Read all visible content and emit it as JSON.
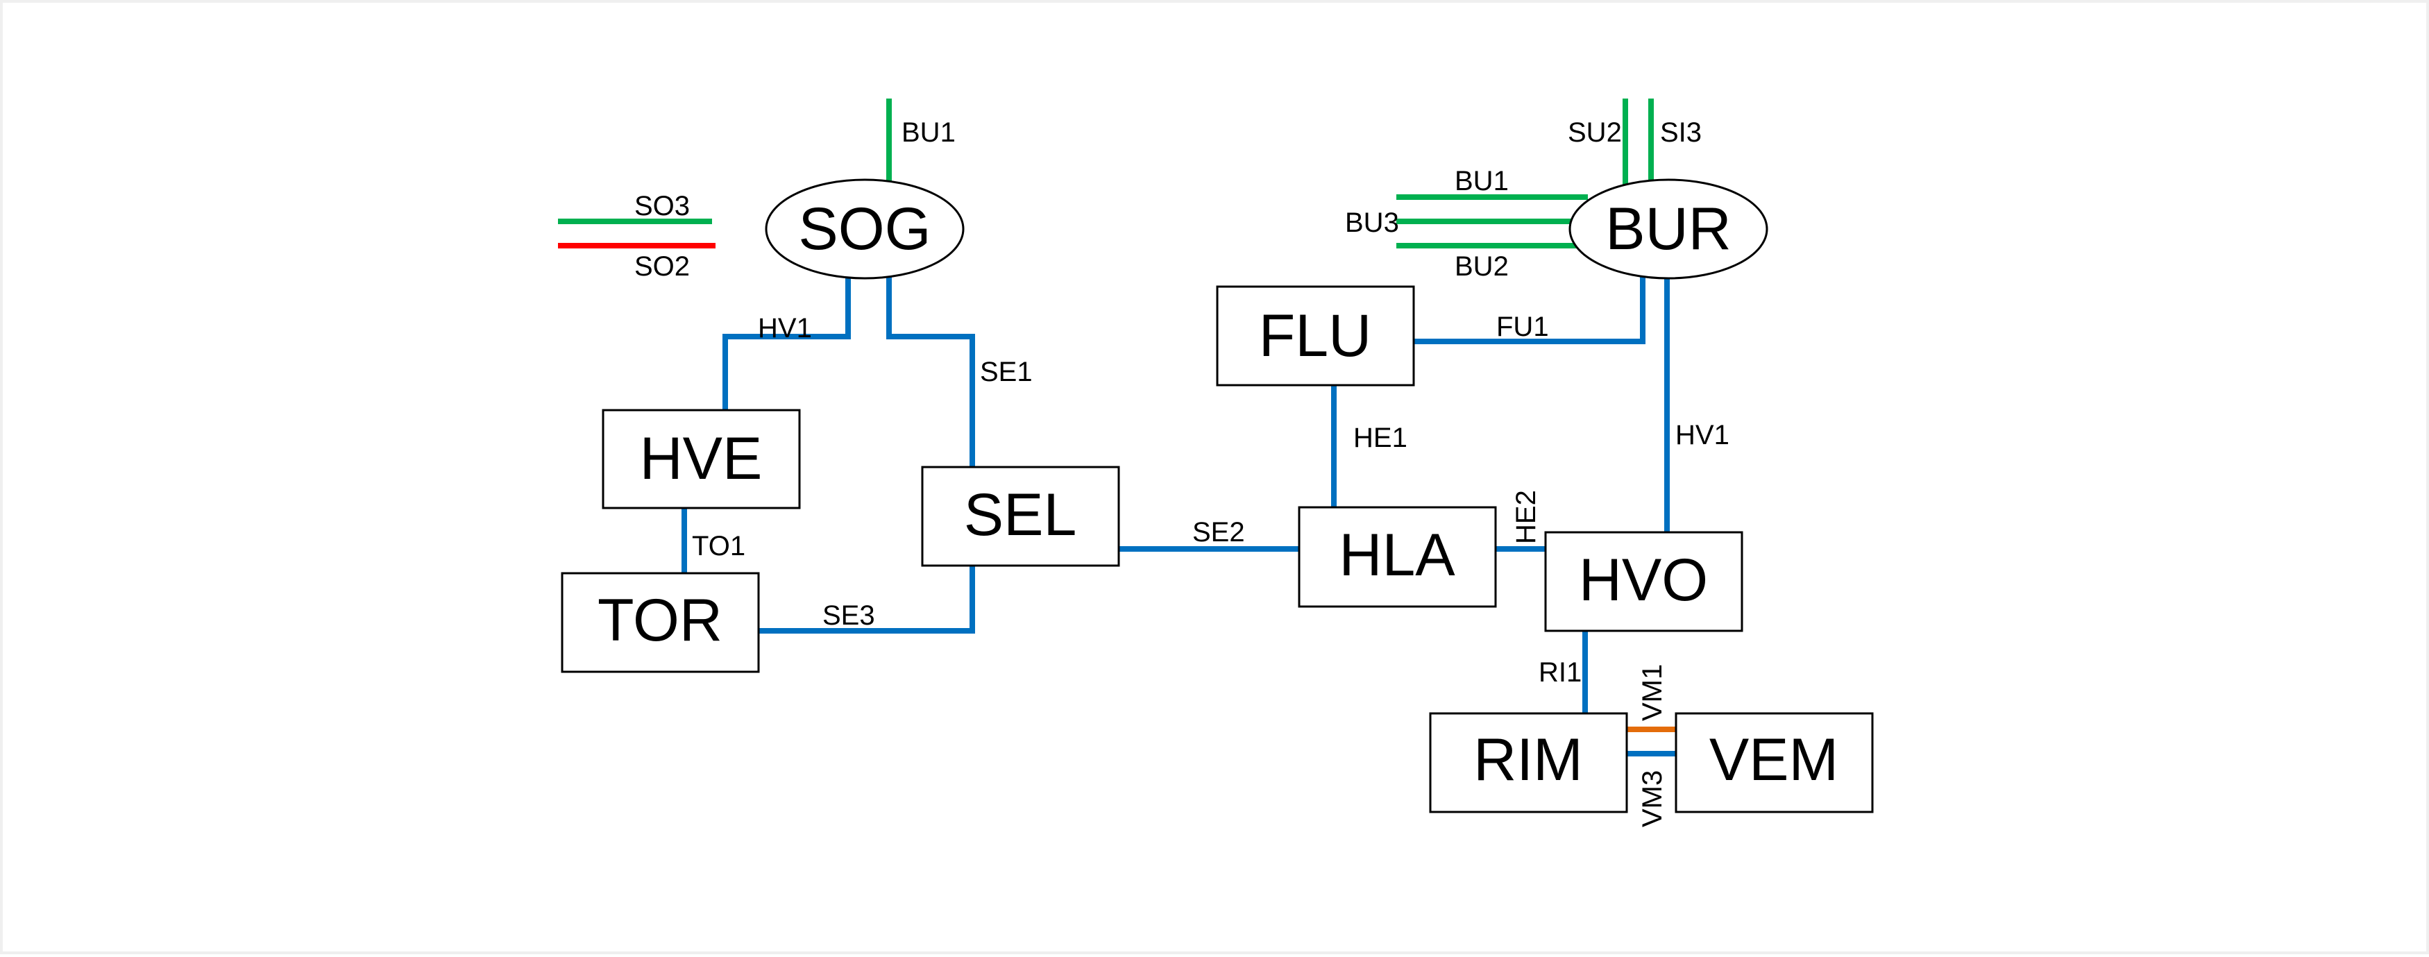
{
  "diagram": {
    "colors": {
      "blue": "#0070C0",
      "green": "#00B050",
      "red": "#FF0000",
      "orange": "#E46C0A",
      "node_border": "#000000"
    },
    "nodes": [
      {
        "id": "SOG",
        "label": "SOG",
        "shape": "ellipse"
      },
      {
        "id": "BUR",
        "label": "BUR",
        "shape": "ellipse"
      },
      {
        "id": "FLU",
        "label": "FLU",
        "shape": "rect"
      },
      {
        "id": "HVE",
        "label": "HVE",
        "shape": "rect"
      },
      {
        "id": "SEL",
        "label": "SEL",
        "shape": "rect"
      },
      {
        "id": "TOR",
        "label": "TOR",
        "shape": "rect"
      },
      {
        "id": "HLA",
        "label": "HLA",
        "shape": "rect"
      },
      {
        "id": "HVO",
        "label": "HVO",
        "shape": "rect"
      },
      {
        "id": "RIM",
        "label": "RIM",
        "shape": "rect"
      },
      {
        "id": "VEM",
        "label": "VEM",
        "shape": "rect"
      }
    ],
    "edges": [
      {
        "id": "sog-bu1",
        "label": "BU1",
        "from": "SOG",
        "to": null,
        "color": "green"
      },
      {
        "id": "sog-so3",
        "label": "SO3",
        "from": "SOG",
        "to": null,
        "color": "green"
      },
      {
        "id": "sog-so2",
        "label": "SO2",
        "from": "SOG",
        "to": null,
        "color": "red"
      },
      {
        "id": "sog-hve-hv1",
        "label": "HV1",
        "from": "SOG",
        "to": "HVE",
        "color": "blue"
      },
      {
        "id": "sog-sel-se1",
        "label": "SE1",
        "from": "SOG",
        "to": "SEL",
        "color": "blue"
      },
      {
        "id": "hve-tor-to1",
        "label": "TO1",
        "from": "HVE",
        "to": "TOR",
        "color": "blue"
      },
      {
        "id": "tor-sel-se3",
        "label": "SE3",
        "from": "TOR",
        "to": "SEL",
        "color": "blue"
      },
      {
        "id": "sel-hla-se2",
        "label": "SE2",
        "from": "SEL",
        "to": "HLA",
        "color": "blue"
      },
      {
        "id": "bur-su2",
        "label": "SU2",
        "from": "BUR",
        "to": null,
        "color": "green"
      },
      {
        "id": "bur-si3",
        "label": "SI3",
        "from": "BUR",
        "to": null,
        "color": "green"
      },
      {
        "id": "bur-bu1",
        "label": "BU1",
        "from": "BUR",
        "to": null,
        "color": "green"
      },
      {
        "id": "bur-bu3",
        "label": "BU3",
        "from": "BUR",
        "to": null,
        "color": "green"
      },
      {
        "id": "bur-bu2",
        "label": "BU2",
        "from": "BUR",
        "to": null,
        "color": "green"
      },
      {
        "id": "bur-flu-fu1",
        "label": "FU1",
        "from": "BUR",
        "to": "FLU",
        "color": "blue"
      },
      {
        "id": "bur-hvo-hv1",
        "label": "HV1",
        "from": "BUR",
        "to": "HVO",
        "color": "blue"
      },
      {
        "id": "flu-hla-he1",
        "label": "HE1",
        "from": "FLU",
        "to": "HLA",
        "color": "blue"
      },
      {
        "id": "hla-hvo-he2",
        "label": "HE2",
        "from": "HLA",
        "to": "HVO",
        "color": "blue"
      },
      {
        "id": "hvo-rim-ri1",
        "label": "RI1",
        "from": "HVO",
        "to": "RIM",
        "color": "blue"
      },
      {
        "id": "rim-vem-vm1",
        "label": "VM1",
        "from": "RIM",
        "to": "VEM",
        "color": "orange"
      },
      {
        "id": "rim-vem-vm3",
        "label": "VM3",
        "from": "RIM",
        "to": "VEM",
        "color": "blue"
      }
    ]
  }
}
